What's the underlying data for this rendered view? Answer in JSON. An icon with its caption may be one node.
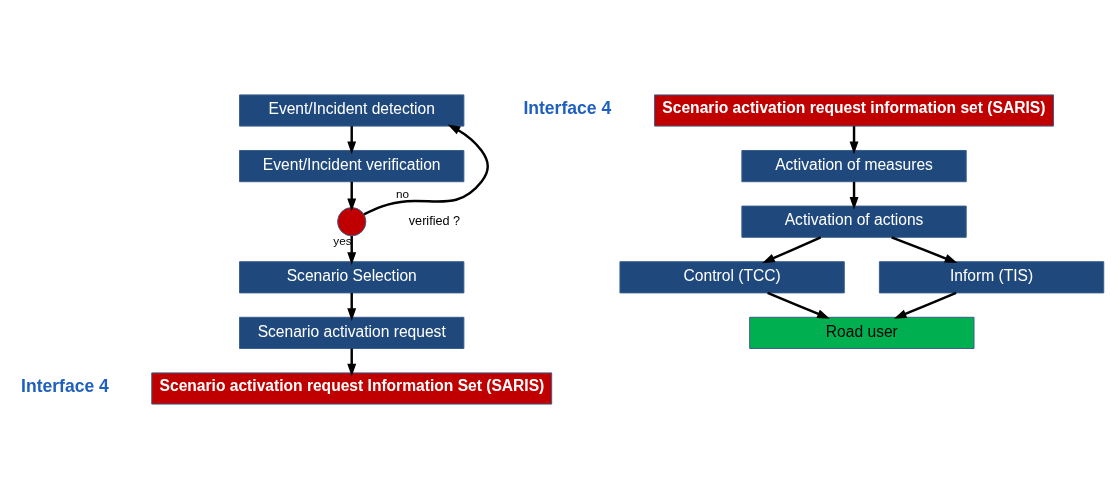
{
  "diagram": {
    "nodes": [
      {
        "text": [
          "Event/Incident detection"
        ]
      },
      {
        "text": [
          "Event/Incident verification"
        ]
      },
      {
        "text": [],
        "shape": "circle",
        "beside": [
          "verified ?"
        ]
      },
      {
        "text": [
          "Scenario Selection"
        ]
      },
      {
        "text": [
          "Scenario activation request"
        ]
      },
      {
        "text": [
          "Scenario activation request Information Set (SARIS)"
        ],
        "beside": [
          "Interface 4"
        ]
      },
      {
        "text": [
          "Scenario activation request information set (SARIS)"
        ],
        "beside": [
          "Interface 4"
        ]
      },
      {
        "text": [
          "Activation of measures"
        ]
      },
      {
        "text": [
          "Activation of actions"
        ]
      },
      {
        "text": [
          "Control (TCC)"
        ]
      },
      {
        "text": [
          "Inform (TIS)"
        ]
      },
      {
        "text": [
          "Road user"
        ]
      }
    ],
    "edges": [
      {
        "from": 0,
        "to": 1,
        "arrow": "to"
      },
      {
        "from": 1,
        "to": 2,
        "arrow": "to"
      },
      {
        "from": 2,
        "to": 0,
        "arrow": "to",
        "label": "no"
      },
      {
        "from": 2,
        "to": 3,
        "arrow": "to",
        "label": "yes"
      },
      {
        "from": 3,
        "to": 4,
        "arrow": "to"
      },
      {
        "from": 4,
        "to": 5,
        "arrow": "to"
      },
      {
        "from": 6,
        "to": 7,
        "arrow": "to"
      },
      {
        "from": 7,
        "to": 8,
        "arrow": "to"
      },
      {
        "from": 8,
        "to": 9,
        "arrow": "to"
      },
      {
        "from": 8,
        "to": 10,
        "arrow": "to"
      },
      {
        "from": 9,
        "to": 11,
        "arrow": "to"
      },
      {
        "from": 10,
        "to": 11,
        "arrow": "to"
      }
    ]
  }
}
